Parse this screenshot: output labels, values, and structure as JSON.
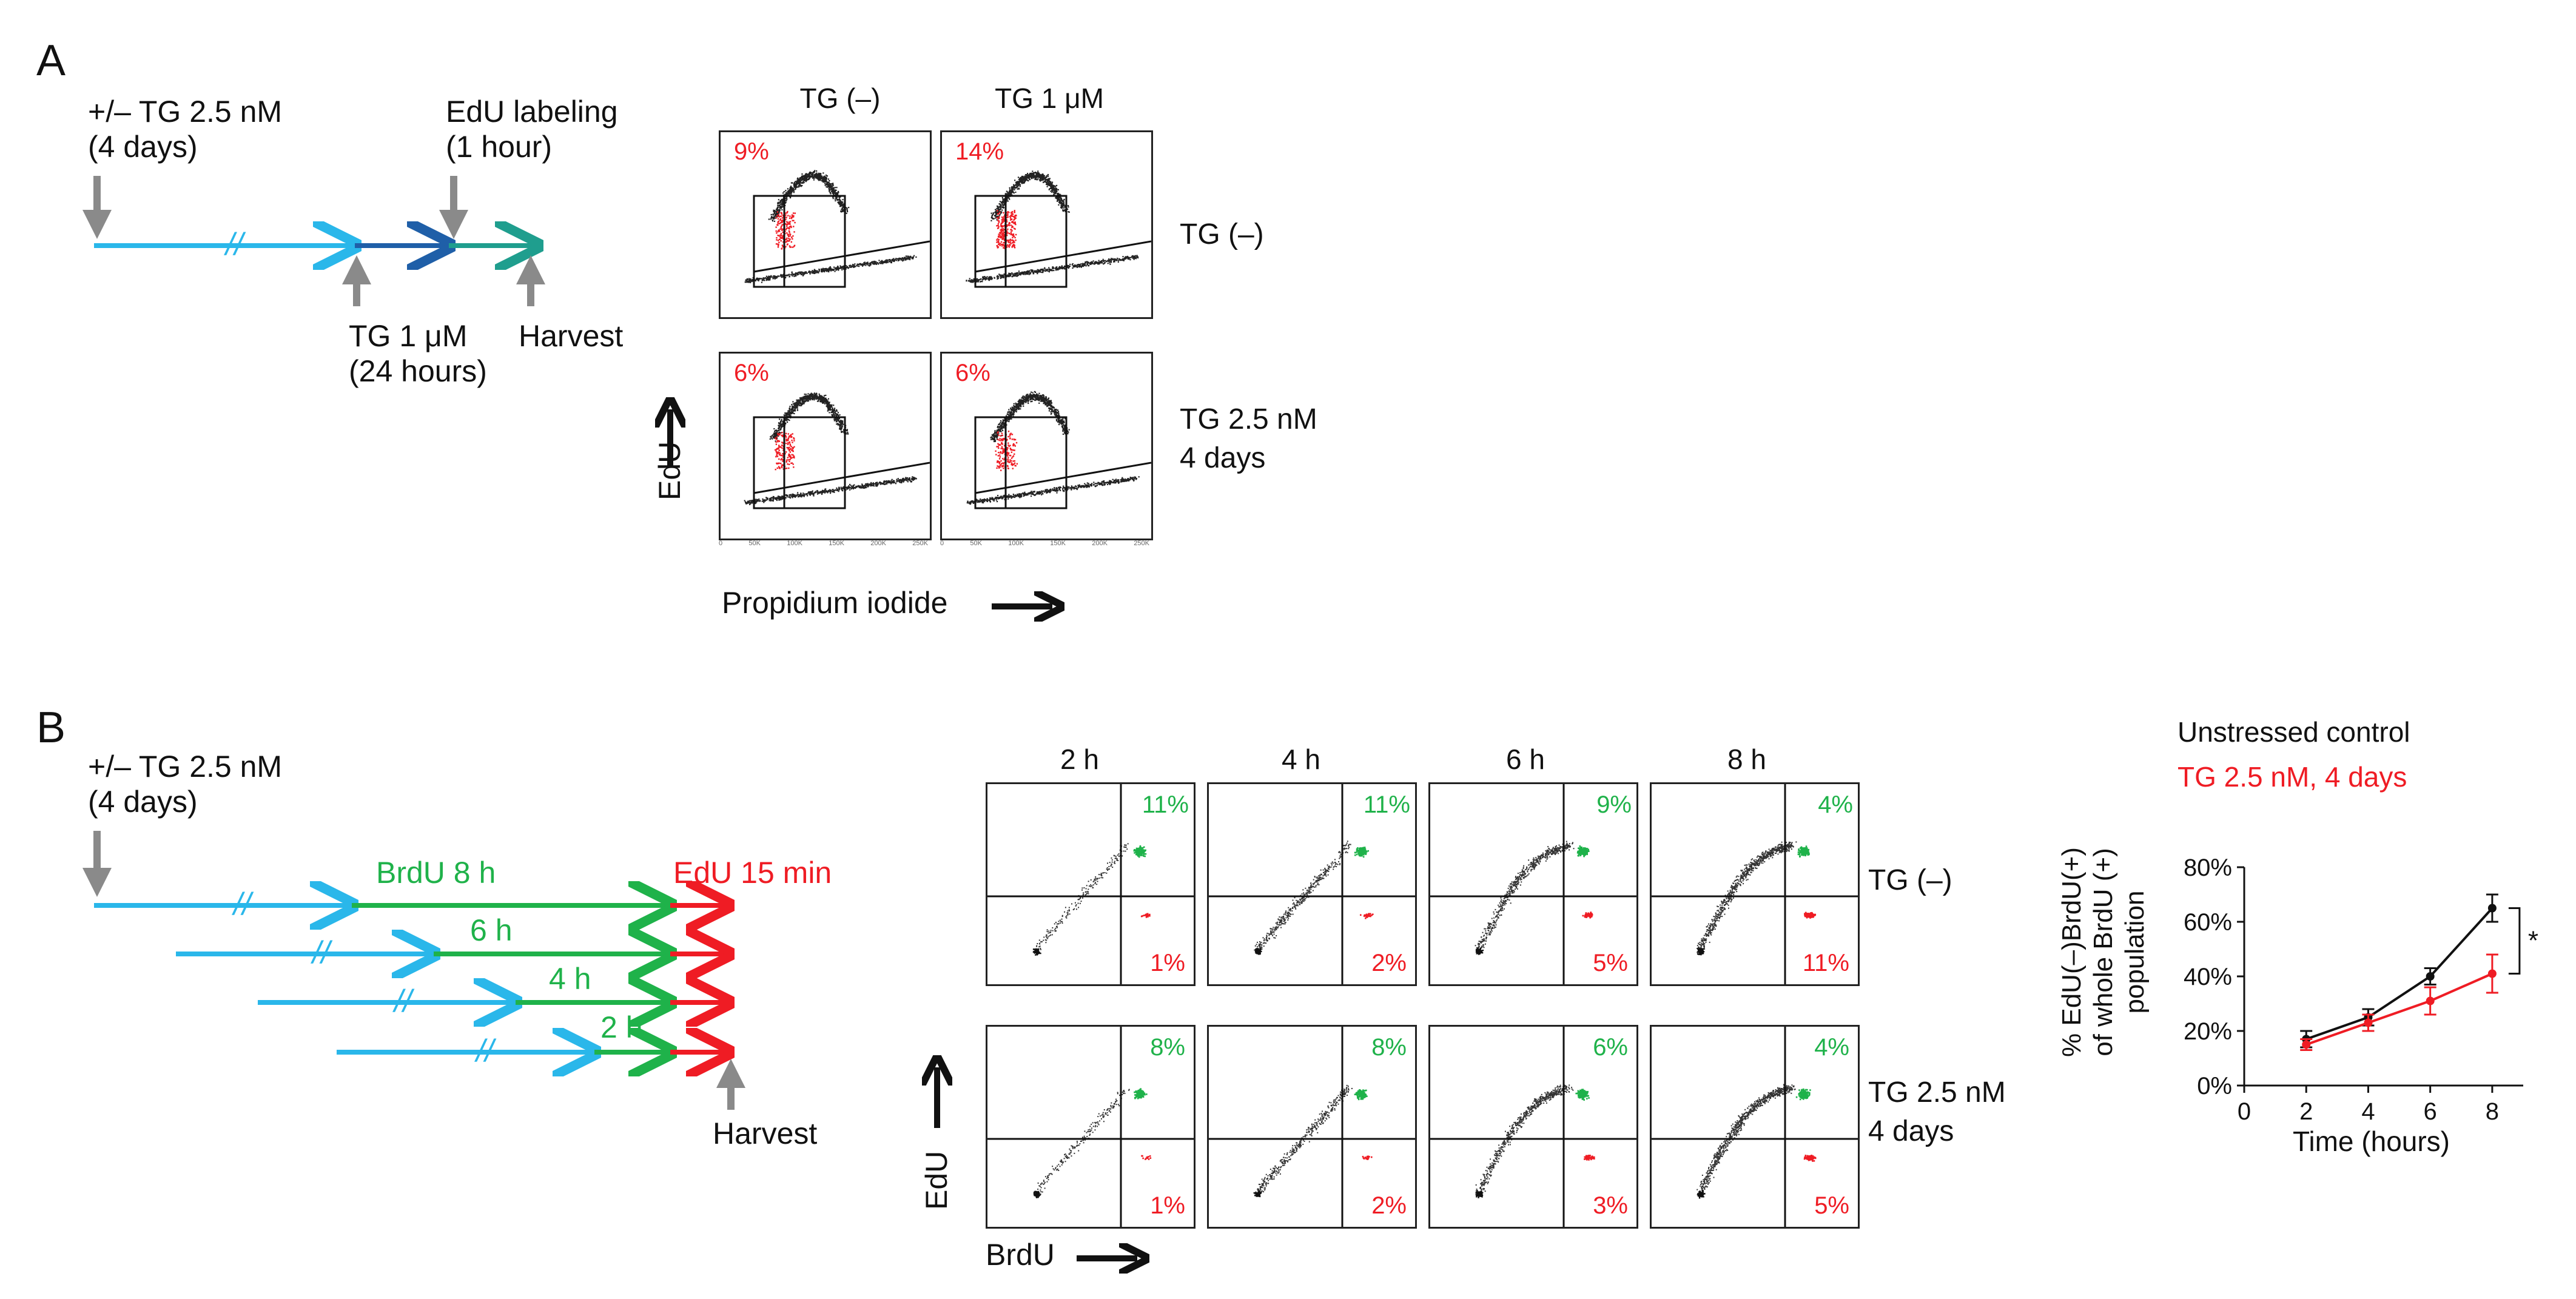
{
  "panel_a": {
    "letter": "A",
    "timeline": {
      "pretreat_line1": "+/– TG 2.5 nM",
      "pretreat_line2": "(4 days)",
      "edu_line1": "EdU labeling",
      "edu_line2": "(1 hour)",
      "tg_line1": "TG 1 μM",
      "tg_line2": "(24 hours)",
      "harvest": "Harvest"
    },
    "col_headers": [
      "TG (–)",
      "TG 1 μM"
    ],
    "row_labels": {
      "row1": "TG (–)",
      "row2_line1": "TG 2.5 nM",
      "row2_line2": "4 days"
    },
    "percents": [
      "9%",
      "14%",
      "6%",
      "6%"
    ],
    "x_axis_label": "Propidium iodide",
    "y_axis_label": "EdU",
    "x_ticks": [
      "0",
      "50K",
      "100K",
      "150K",
      "200K",
      "250K"
    ]
  },
  "panel_b": {
    "letter": "B",
    "timeline": {
      "pretreat_line1": "+/– TG 2.5 nM",
      "pretreat_line2": "(4 days)",
      "brdu_8h": "BrdU 8 h",
      "brdu_6h": "6 h",
      "brdu_4h": "4 h",
      "brdu_2h": "2 h",
      "edu": "EdU 15 min",
      "harvest": "Harvest"
    },
    "col_headers": [
      "2 h",
      "4 h",
      "6 h",
      "8 h"
    ],
    "row_labels": {
      "row1": "TG (–)",
      "row2_line1": "TG 2.5 nM",
      "row2_line2": "4 days"
    },
    "green_percents": [
      [
        "11%",
        "11%",
        "9%",
        "4%"
      ],
      [
        "8%",
        "8%",
        "6%",
        "4%"
      ]
    ],
    "red_percents": [
      [
        "1%",
        "2%",
        "5%",
        "11%"
      ],
      [
        "1%",
        "2%",
        "3%",
        "5%"
      ]
    ],
    "x_axis_label": "BrdU",
    "y_axis_label": "EdU"
  },
  "chart_data": {
    "type": "line",
    "legend": [
      "Unstressed control",
      "TG 2.5 nM, 4 days"
    ],
    "legend_placement": "top",
    "xlabel": "Time (hours)",
    "ylabel_line1": "% EdU(–)BrdU(+)",
    "ylabel_line2": "of whole BrdU (+)",
    "ylabel_line3": "population",
    "x": [
      2,
      4,
      6,
      8
    ],
    "xlim": [
      0,
      9
    ],
    "ylim": [
      0,
      80
    ],
    "x_ticks": [
      "0",
      "2",
      "4",
      "6",
      "8"
    ],
    "y_ticks": [
      "0%",
      "20%",
      "40%",
      "60%",
      "80%"
    ],
    "significance": "*",
    "series": [
      {
        "name": "Unstressed control",
        "color": "#111111",
        "values": [
          17,
          25,
          40,
          65
        ],
        "errors": [
          3,
          3,
          3,
          5
        ]
      },
      {
        "name": "TG 2.5 nM, 4 days",
        "color": "#ef1c24",
        "values": [
          15,
          23,
          31,
          41
        ],
        "errors": [
          2,
          3,
          5,
          7
        ]
      }
    ]
  },
  "colors": {
    "arrow_light_blue": "#2ab7ea",
    "arrow_dark_blue": "#1f5fa8",
    "arrow_teal": "#1f9e8e",
    "arrow_green": "#1fb24a",
    "arrow_red": "#ef1c24",
    "arrow_gray": "#8a8a8a"
  }
}
